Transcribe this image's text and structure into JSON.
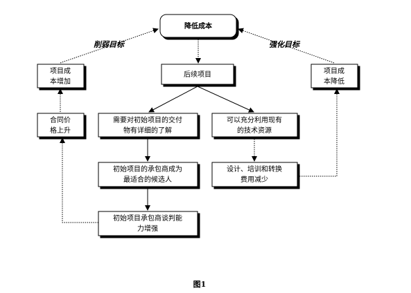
{
  "diagram": {
    "nodes": {
      "reduce_cost": "降低成本",
      "follow_up": "后续项目",
      "cost_increase": [
        "项目成",
        "本增加"
      ],
      "cost_decrease": [
        "项目成",
        "本降低"
      ],
      "price_rise": [
        "合同价",
        "格上升"
      ],
      "detailed_understanding": [
        "需要对初始项目的交付",
        "物有详细的了解"
      ],
      "use_existing_tech": [
        "可以充分利用现有",
        "的技术资源"
      ],
      "best_candidate": [
        "初始项目的承包商成为",
        "最适合的候选人"
      ],
      "reduced_expenses": [
        "设计、培训和转换",
        "费用减少"
      ],
      "bargaining_power": [
        "初始项目承包商谈判能",
        "力增强"
      ]
    },
    "edge_labels": {
      "left": "削弱目标",
      "right": "强化目标"
    }
  },
  "figure_caption": "图1"
}
